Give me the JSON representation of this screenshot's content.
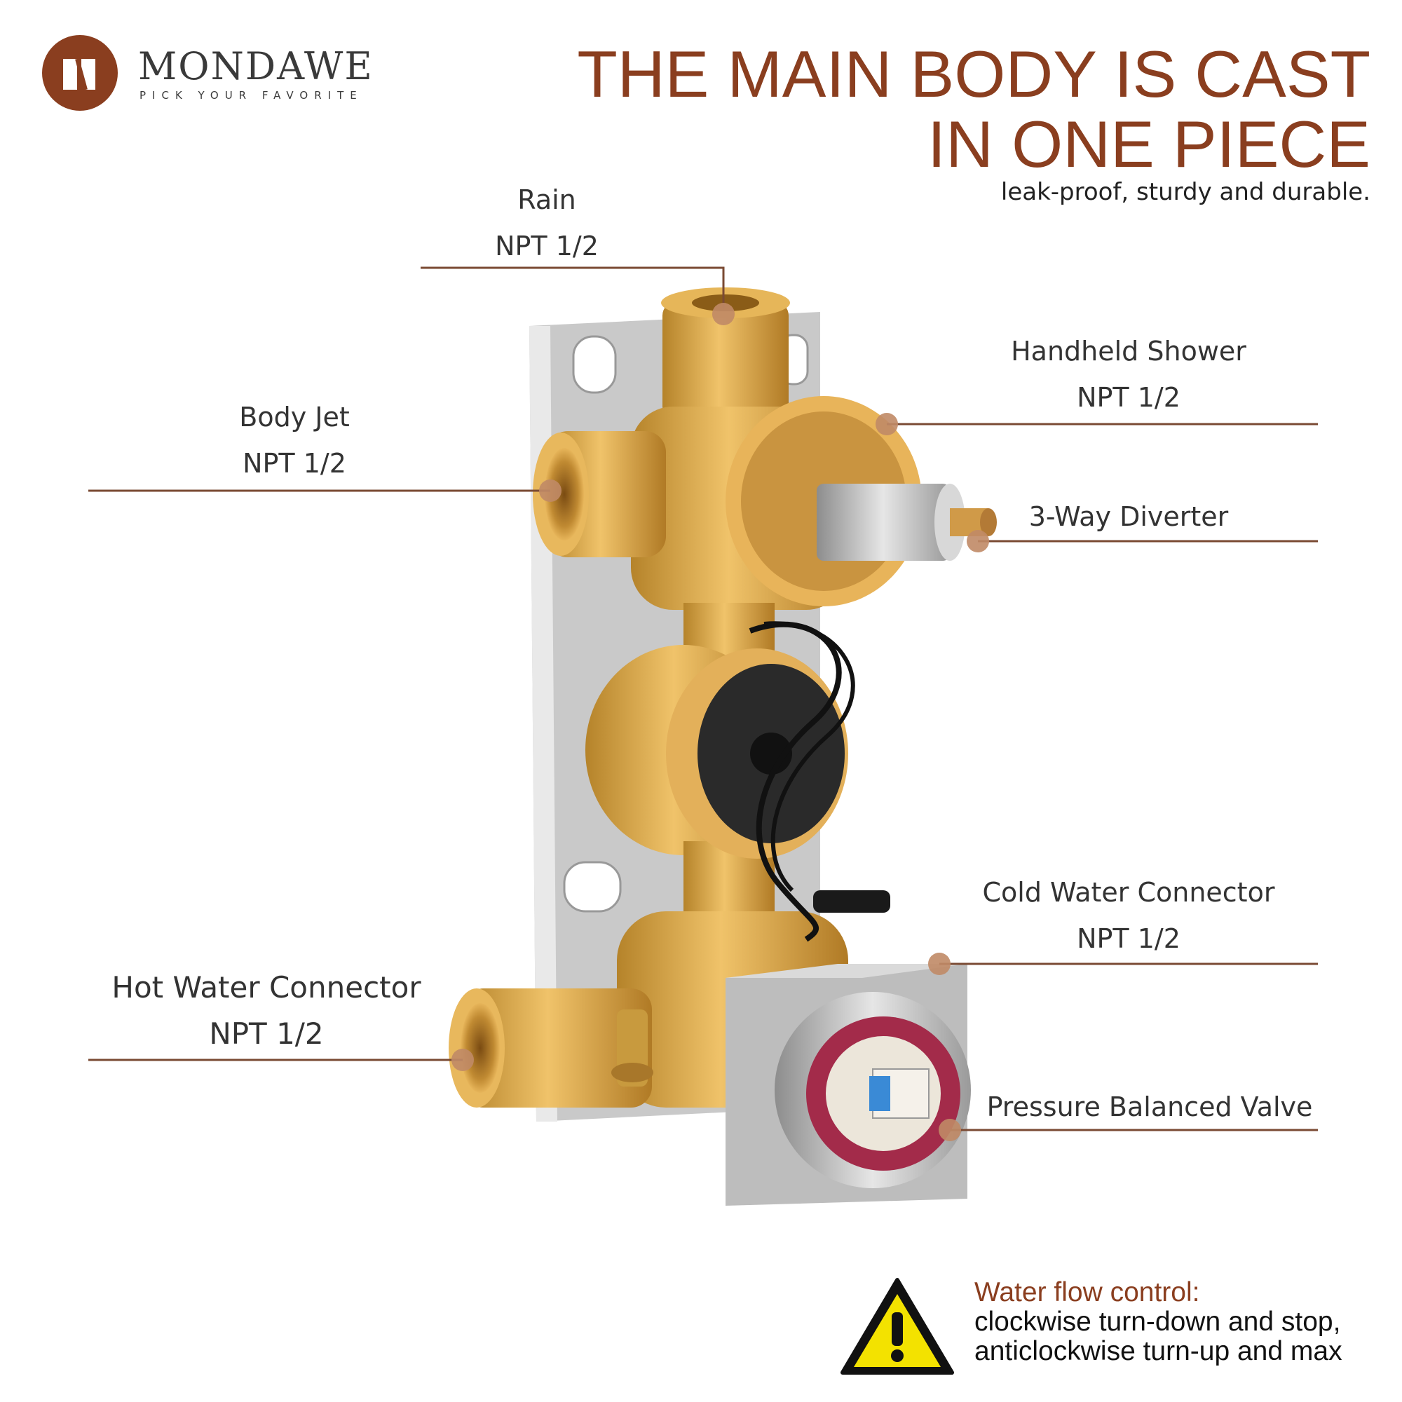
{
  "brand": {
    "name": "MONDAWE",
    "tagline": "PICK YOUR FAVORITE"
  },
  "headline": {
    "line1": "THE MAIN BODY IS CAST",
    "line2": "IN ONE PIECE",
    "subtitle": "leak-proof, sturdy and durable."
  },
  "callouts": [
    {
      "name": "Rain",
      "spec": "NPT 1/2"
    },
    {
      "name": "Handheld Shower",
      "spec": "NPT 1/2"
    },
    {
      "name": "Body Jet",
      "spec": "NPT 1/2"
    },
    {
      "name": "3-Way Diverter",
      "spec": ""
    },
    {
      "name": "Cold Water Connector",
      "spec": "NPT 1/2"
    },
    {
      "name": "Hot Water Connector",
      "spec": "NPT 1/2"
    },
    {
      "name": "Pressure Balanced Valve",
      "spec": ""
    }
  ],
  "warning": {
    "title": "Water flow control:",
    "line1": "clockwise turn-down and stop,",
    "line2": "anticlockwise turn-up and max"
  },
  "colors": {
    "accent": "#8a3e1f",
    "brass": "#d9a441",
    "steel": "#b9b9b9",
    "warning_yellow": "#f3e200"
  }
}
